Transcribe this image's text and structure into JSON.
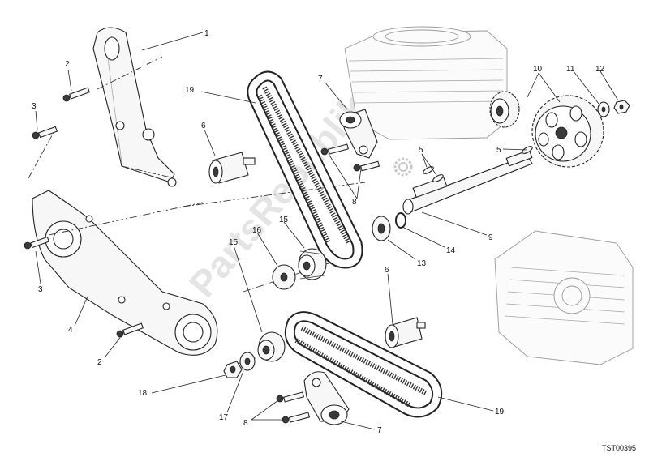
{
  "diagram": {
    "code": "TST00395",
    "watermark": "PartsRepublik",
    "callouts": [
      {
        "id": "c1",
        "label": "1"
      },
      {
        "id": "c2a",
        "label": "2"
      },
      {
        "id": "c2b",
        "label": "2"
      },
      {
        "id": "c3a",
        "label": "3"
      },
      {
        "id": "c3b",
        "label": "3"
      },
      {
        "id": "c4",
        "label": "4"
      },
      {
        "id": "c5a",
        "label": "5"
      },
      {
        "id": "c5b",
        "label": "5"
      },
      {
        "id": "c6a",
        "label": "6"
      },
      {
        "id": "c6b",
        "label": "6"
      },
      {
        "id": "c7a",
        "label": "7"
      },
      {
        "id": "c7b",
        "label": "7"
      },
      {
        "id": "c8a",
        "label": "8"
      },
      {
        "id": "c8b",
        "label": "8"
      },
      {
        "id": "c9",
        "label": "9"
      },
      {
        "id": "c10",
        "label": "10"
      },
      {
        "id": "c11",
        "label": "11"
      },
      {
        "id": "c12",
        "label": "12"
      },
      {
        "id": "c13",
        "label": "13"
      },
      {
        "id": "c14",
        "label": "14"
      },
      {
        "id": "c15a",
        "label": "15"
      },
      {
        "id": "c15b",
        "label": "15"
      },
      {
        "id": "c16",
        "label": "16"
      },
      {
        "id": "c17",
        "label": "17"
      },
      {
        "id": "c18",
        "label": "18"
      },
      {
        "id": "c19a",
        "label": "19"
      },
      {
        "id": "c19b",
        "label": "19"
      }
    ]
  }
}
